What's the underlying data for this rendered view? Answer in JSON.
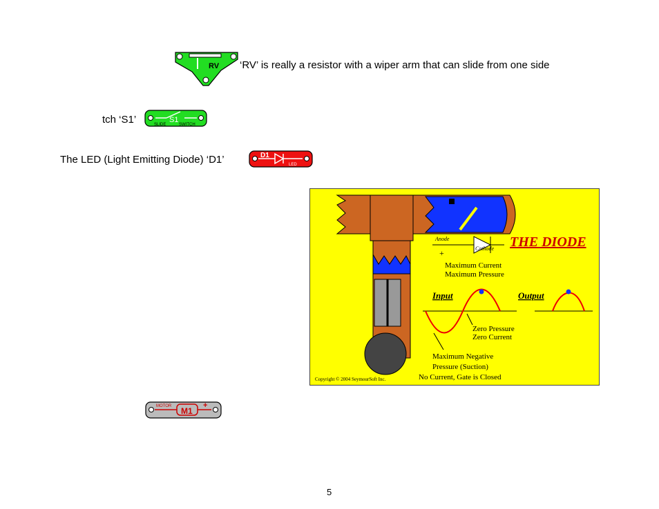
{
  "lines": {
    "rv": "‘RV’ is really a resistor with a wiper arm that can slide from one side",
    "s1": "tch ‘S1’",
    "d1": "The LED (Light Emitting Diode) ‘D1’"
  },
  "parts": {
    "rv_label": "RV",
    "s1_label": "S1",
    "s1_left": "SLIDE",
    "s1_right": "SWITCH",
    "d1_label": "D1",
    "d1_sub": "LED",
    "m1_label": "M1",
    "m1_sub": "MOTOR"
  },
  "diagram": {
    "title": "THE DIODE",
    "anode": "Anode",
    "cathode": "Cathode",
    "plus": "+",
    "max_current": "Maximum Current",
    "max_pressure": "Maximum Pressure",
    "input": "Input",
    "output": "Output",
    "zero_pressure": "Zero Pressure",
    "zero_current": "Zero Current",
    "max_negative": "Maximum Negative",
    "pressure_suction": "Pressure (Suction)",
    "no_current": "No Current, Gate is Closed",
    "copyright": "Copyright © 2004 SeymourSoft Inc."
  },
  "colors": {
    "green_part": "#22dd22",
    "red_part": "#ee1111",
    "gray_part": "#bbbbbb",
    "diagram_bg": "#ffff00",
    "pipe": "#cc6622",
    "water": "#1133ff"
  },
  "page_number": "5"
}
